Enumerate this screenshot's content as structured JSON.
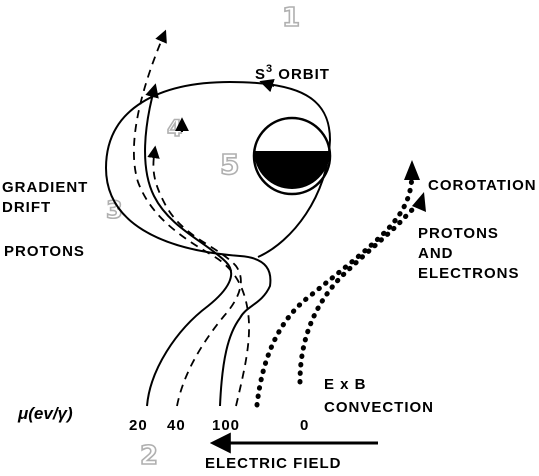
{
  "labels": {
    "s3_orbit": "S",
    "s3_orbit_sup": "3",
    "s3_orbit_rest": " ORBIT",
    "gradient": "GRADIENT",
    "drift": "DRIFT",
    "protons_left": "PROTONS",
    "corotation": "COROTATION",
    "protons_and": "PROTONS",
    "and": "AND",
    "electrons": "ELECTRONS",
    "exb": "E x B",
    "convection": "CONVECTION",
    "electric_field": "ELECTRIC FIELD",
    "mu_label": "μ(ev/γ)"
  },
  "mu_values": [
    "20",
    "40",
    "100",
    "0"
  ],
  "ghost_numbers": [
    "1",
    "2",
    "3",
    "4",
    "5"
  ]
}
